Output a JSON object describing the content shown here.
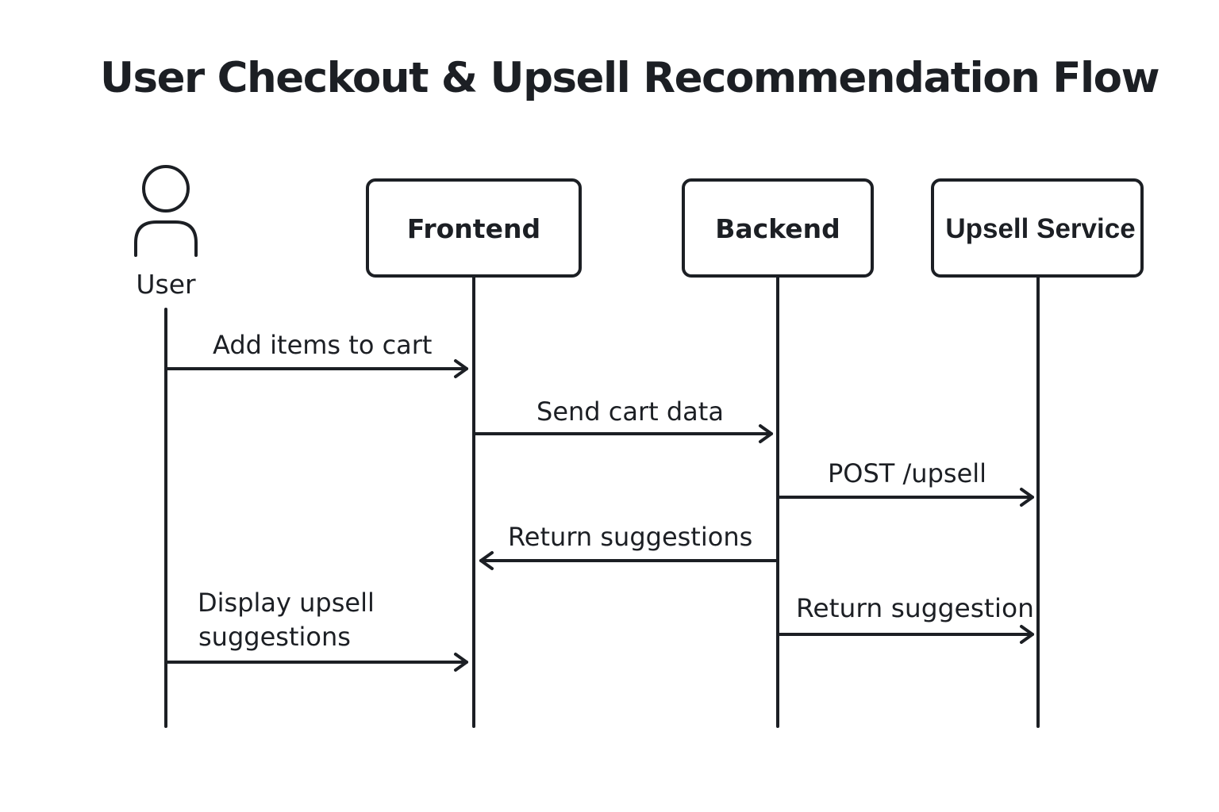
{
  "title": "User Checkout & Upsell Recommendation Flow",
  "participants": {
    "user": {
      "label": "User",
      "icon": "person-icon"
    },
    "frontend": {
      "label": "Frontend"
    },
    "backend": {
      "label": "Backend"
    },
    "upsell_service": {
      "label": "Upsell Service"
    }
  },
  "messages": [
    {
      "from": "user",
      "to": "frontend",
      "label": "Add items to cart"
    },
    {
      "from": "frontend",
      "to": "backend",
      "label": "Send cart data"
    },
    {
      "from": "backend",
      "to": "upsell_service",
      "label": "POST /upsell"
    },
    {
      "from": "backend",
      "to": "frontend",
      "label": "Return suggestions"
    },
    {
      "from": "user",
      "to": "frontend",
      "label_lines": [
        "Display upsell",
        "suggestions"
      ]
    },
    {
      "from": "backend",
      "to": "upsell_service",
      "label": "Return suggestion"
    }
  ],
  "colors": {
    "ink": "#1c1f24",
    "background": "#ffffff"
  }
}
